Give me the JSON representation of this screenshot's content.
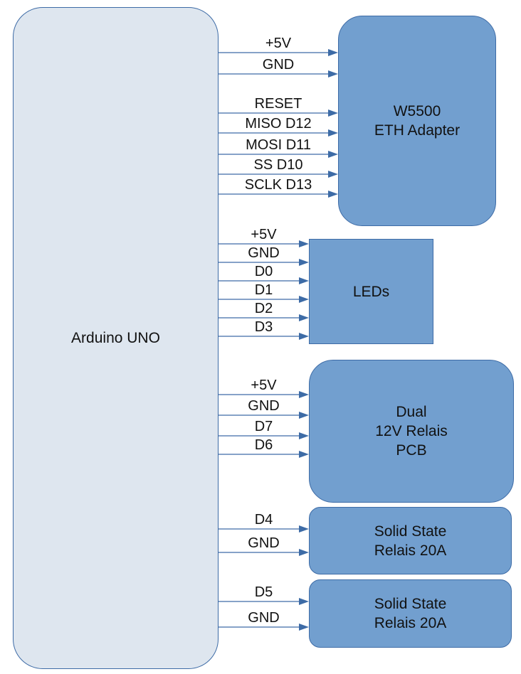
{
  "diagram": {
    "controller": {
      "label": "Arduino UNO"
    },
    "modules": [
      {
        "id": "w5500",
        "label": "W5500\nETH Adapter",
        "shape": "rounded",
        "connections": [
          "+5V",
          "GND",
          "RESET",
          "MISO D12",
          "MOSI D11",
          "SS D10",
          "SCLK D13"
        ]
      },
      {
        "id": "leds",
        "label": "LEDs",
        "shape": "rectangle",
        "connections": [
          "+5V",
          "GND",
          "D0",
          "D1",
          "D2",
          "D3"
        ]
      },
      {
        "id": "dual-relay",
        "label": "Dual\n12V Relais\nPCB",
        "shape": "rounded",
        "connections": [
          "+5V",
          "GND",
          "D7",
          "D6"
        ]
      },
      {
        "id": "ssr-1",
        "label": "Solid State\nRelais 20A",
        "shape": "rounded",
        "connections": [
          "D4",
          "GND"
        ]
      },
      {
        "id": "ssr-2",
        "label": "Solid State\nRelais 20A",
        "shape": "rounded",
        "connections": [
          "D5",
          "GND"
        ]
      }
    ],
    "colors": {
      "controller_fill": "#dee6ef",
      "module_fill": "#729fcf",
      "stroke": "#3d6ba6"
    }
  }
}
